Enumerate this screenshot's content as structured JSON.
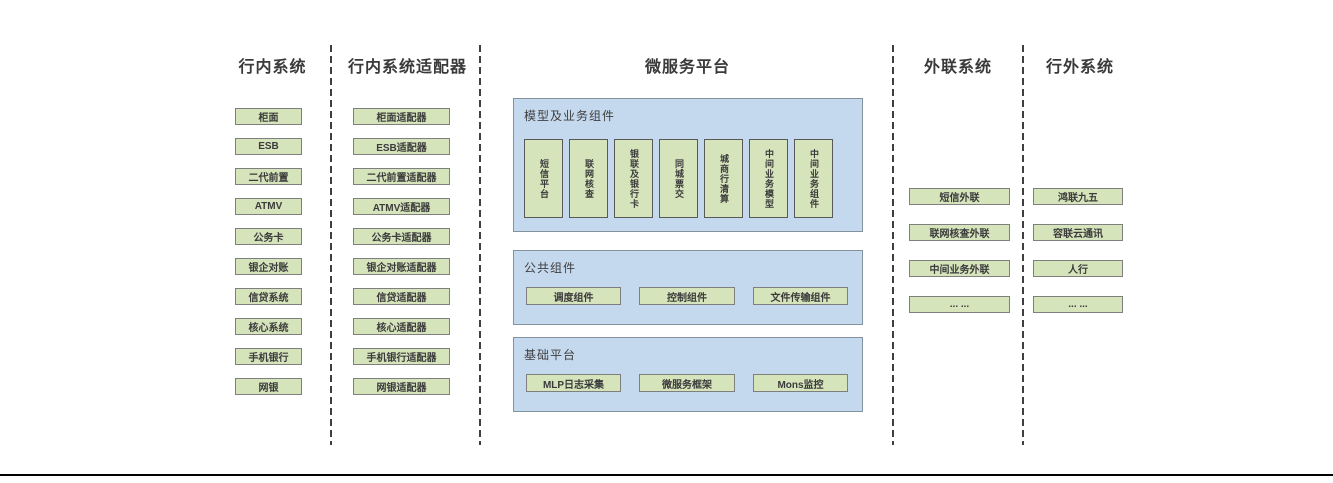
{
  "colors": {
    "box_fill_green": "#d6e4bc",
    "box_border": "#7f7f7f",
    "panel_fill_blue": "#c5d9ee",
    "panel_border": "#84919f",
    "text": "#3b3b3b",
    "divider": "#3f3f3f"
  },
  "columns": {
    "internal": {
      "title": "行内系统",
      "items": [
        "柜面",
        "ESB",
        "二代前置",
        "ATMV",
        "公务卡",
        "银企对账",
        "信贷系统",
        "核心系统",
        "手机银行",
        "网银"
      ]
    },
    "adapters": {
      "title": "行内系统适配器",
      "items": [
        "柜面适配器",
        "ESB适配器",
        "二代前置适配器",
        "ATMV适配器",
        "公务卡适配器",
        "银企对账适配器",
        "信贷适配器",
        "核心适配器",
        "手机银行适配器",
        "网银适配器"
      ]
    },
    "platform": {
      "title": "微服务平台",
      "panels": [
        {
          "title": "模型及业务组件",
          "cards": [
            "短信平台",
            "联网核查",
            "银联及银行卡",
            "同城票交",
            "城商行清算",
            "中间业务模型",
            "中间业务组件"
          ]
        },
        {
          "title": "公共组件",
          "boxes": [
            "调度组件",
            "控制组件",
            "文件传输组件"
          ]
        },
        {
          "title": "基础平台",
          "boxes": [
            "MLP日志采集",
            "微服务框架",
            "Mons监控"
          ]
        }
      ]
    },
    "outbound": {
      "title": "外联系统",
      "items": [
        "短信外联",
        "联网核查外联",
        "中间业务外联",
        "... ..."
      ]
    },
    "external": {
      "title": "行外系统",
      "items": [
        "鸿联九五",
        "容联云通讯",
        "人行",
        "... ..."
      ]
    }
  }
}
